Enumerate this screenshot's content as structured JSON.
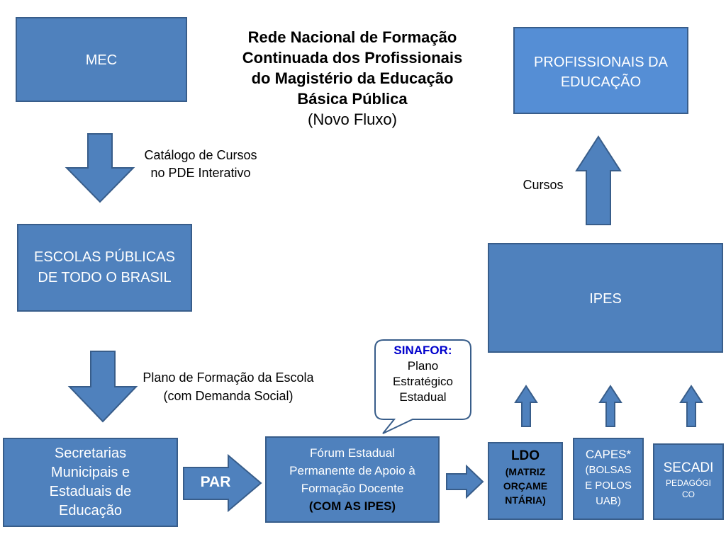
{
  "title": {
    "line1": "Rede Nacional de Formação",
    "line2": "Continuada dos Profissionais",
    "line3": "do Magistério da Educação",
    "line4": "Básica Pública",
    "subtitle": "(Novo Fluxo)"
  },
  "nodes": {
    "mec": "MEC",
    "escolas": {
      "line1": "ESCOLAS PÚBLICAS",
      "line2": "DE TODO O BRASIL"
    },
    "secretarias": {
      "line1": "Secretarias",
      "line2": "Municipais e",
      "line3": "Estaduais de",
      "line4": "Educação"
    },
    "forum": {
      "line1": "Fórum Estadual",
      "line2": "Permanente de Apoio à",
      "line3": "Formação Docente",
      "line4": "(COM AS IPES)"
    },
    "ldo": {
      "line1": "LDO",
      "line2": "(MATRIZ",
      "line3": "ORÇAME",
      "line4": "NTÁRIA)"
    },
    "capes": {
      "line1": "CAPES*",
      "line2": "(BOLSAS",
      "line3": "E POLOS",
      "line4": "UAB)"
    },
    "secadi": {
      "line1": "SECADI",
      "line2": "PEDAGÓGI",
      "line3": "CO"
    },
    "ipes": "IPES",
    "profissionais": {
      "line1": "PROFISSIONAIS DA",
      "line2": "EDUCAÇÃO"
    }
  },
  "labels": {
    "catalogo": {
      "line1": "Catálogo de Cursos",
      "line2": "no PDE Interativo"
    },
    "plano": {
      "line1": "Plano de Formação da Escola",
      "line2": "(com Demanda Social)"
    },
    "par": "PAR",
    "cursos": "Cursos"
  },
  "callout": {
    "heading": "SINAFOR:",
    "line1": "Plano",
    "line2": "Estratégico",
    "line3": "Estadual"
  },
  "colors": {
    "box_fill": "#4f81bd",
    "box_border": "#385d8a",
    "light_box_fill": "#558ed5",
    "callout_heading": "#0000cc"
  }
}
